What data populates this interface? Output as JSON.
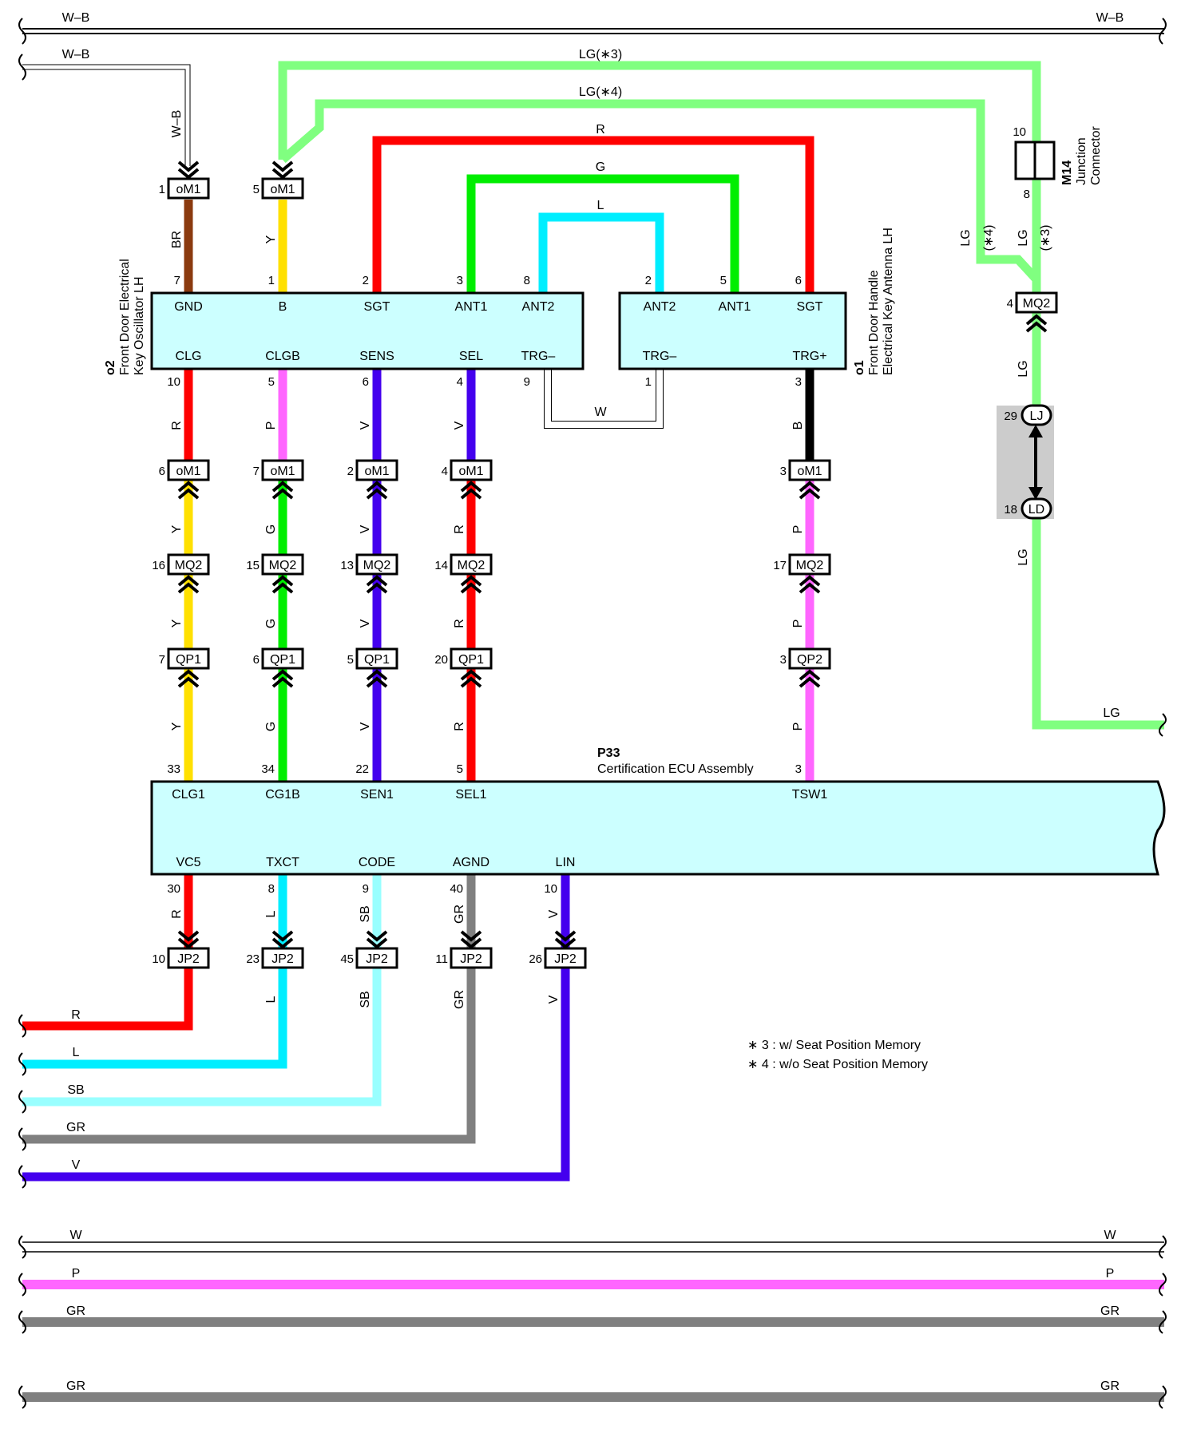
{
  "colors": {
    "R": "#ff0000",
    "G": "#00ee00",
    "L": "#00eeff",
    "LG": "#80ff80",
    "Y": "#ffe000",
    "P": "#ff66ff",
    "V": "#4400ee",
    "B": "#000000",
    "BR": "#8b3a0f",
    "SB": "#99ffff",
    "GR": "#808080",
    "box": "#ccffff",
    "splice": "#cccccc"
  },
  "buses": {
    "wb_top": "W–B",
    "wb_second": "W–B",
    "w_bottom": "W",
    "p_bottom": "P",
    "gr_bottom": "GR",
    "gr_last": "GR",
    "r_left": "R",
    "l_left": "L",
    "sb_left": "SB",
    "gr_left": "GR",
    "v_left": "V",
    "lg_right": "LG"
  },
  "top_wires": {
    "lg3": "LG(∗3)",
    "lg4": "LG(∗4)",
    "r": "R",
    "g": "G",
    "l": "L",
    "wb_vertical": "W–B",
    "w_loop": "W"
  },
  "components": {
    "o2": {
      "code": "o2",
      "name_line1": "Front Door Electrical",
      "name_line2": "Key Oscillator LH",
      "pins_top": [
        "GND",
        "B",
        "SGT",
        "ANT1",
        "ANT2"
      ],
      "pins_bottom": [
        "CLG",
        "CLGB",
        "SENS",
        "SEL",
        "TRG–"
      ],
      "num_top": [
        "7",
        "1",
        "2",
        "3",
        "8"
      ],
      "num_bottom": [
        "10",
        "5",
        "6",
        "4",
        "9"
      ]
    },
    "o1": {
      "code": "o1",
      "name_line1": "Front Door Handle",
      "name_line2": "Electrical Key Antenna LH",
      "pins_top": [
        "ANT2",
        "ANT1",
        "SGT"
      ],
      "pins_bottom": [
        "TRG–",
        "TRG+"
      ],
      "num_top": [
        "2",
        "5",
        "6"
      ],
      "num_bottom": [
        "1",
        "3"
      ]
    },
    "p33": {
      "code": "P33",
      "name": "Certification ECU Assembly",
      "pins_top": [
        "CLG1",
        "CG1B",
        "SEN1",
        "SEL1",
        "TSW1"
      ],
      "pins_bottom": [
        "VC5",
        "TXCT",
        "CODE",
        "AGND",
        "LIN"
      ],
      "num_top": [
        "33",
        "34",
        "22",
        "5",
        "3"
      ],
      "num_bottom": [
        "30",
        "8",
        "9",
        "40",
        "10"
      ]
    },
    "m14": {
      "code": "M14",
      "name_line1": "Junction",
      "name_line2": "Connector",
      "pin_top": "10",
      "pin_bottom": "8"
    }
  },
  "connectors": {
    "om1_top": [
      {
        "pin": "1",
        "label": "oM1"
      },
      {
        "pin": "5",
        "label": "oM1"
      }
    ],
    "om1_row": [
      {
        "pin": "6",
        "label": "oM1"
      },
      {
        "pin": "7",
        "label": "oM1"
      },
      {
        "pin": "2",
        "label": "oM1"
      },
      {
        "pin": "4",
        "label": "oM1"
      },
      {
        "pin": "3",
        "label": "oM1"
      }
    ],
    "mq2_row": [
      {
        "pin": "16",
        "label": "MQ2"
      },
      {
        "pin": "15",
        "label": "MQ2"
      },
      {
        "pin": "13",
        "label": "MQ2"
      },
      {
        "pin": "14",
        "label": "MQ2"
      },
      {
        "pin": "17",
        "label": "MQ2"
      }
    ],
    "qp_row": [
      {
        "pin": "7",
        "label": "QP1"
      },
      {
        "pin": "6",
        "label": "QP1"
      },
      {
        "pin": "5",
        "label": "QP1"
      },
      {
        "pin": "20",
        "label": "QP1"
      },
      {
        "pin": "3",
        "label": "QP2"
      }
    ],
    "jp2_row": [
      {
        "pin": "10",
        "label": "JP2"
      },
      {
        "pin": "23",
        "label": "JP2"
      },
      {
        "pin": "45",
        "label": "JP2"
      },
      {
        "pin": "11",
        "label": "JP2"
      },
      {
        "pin": "26",
        "label": "JP2"
      }
    ],
    "mq2_right": {
      "pin": "4",
      "label": "MQ2"
    },
    "lj": {
      "pin": "29",
      "label": "LJ"
    },
    "ld": {
      "pin": "18",
      "label": "LD"
    }
  },
  "wire_labels": {
    "o2_top": [
      "BR",
      "Y"
    ],
    "o2_bottom": [
      "R",
      "P",
      "V",
      "V",
      "B"
    ],
    "om1_to_mq2": [
      "Y",
      "G",
      "V",
      "R",
      "P"
    ],
    "mq2_to_qp": [
      "Y",
      "G",
      "V",
      "R",
      "P"
    ],
    "qp_to_p33": [
      "Y",
      "G",
      "V",
      "R",
      "P"
    ],
    "p33_bottom": [
      "R",
      "L",
      "SB",
      "GR",
      "V"
    ],
    "jp2_bottom": [
      "L",
      "SB",
      "GR",
      "V"
    ],
    "right_upper": [
      "LG",
      "(∗4)",
      "LG",
      "(∗3)"
    ],
    "right_lg": [
      "LG",
      "LG"
    ]
  },
  "notes": [
    "∗ 3 : w/ Seat Position Memory",
    "∗ 4 : w/o Seat Position Memory"
  ]
}
